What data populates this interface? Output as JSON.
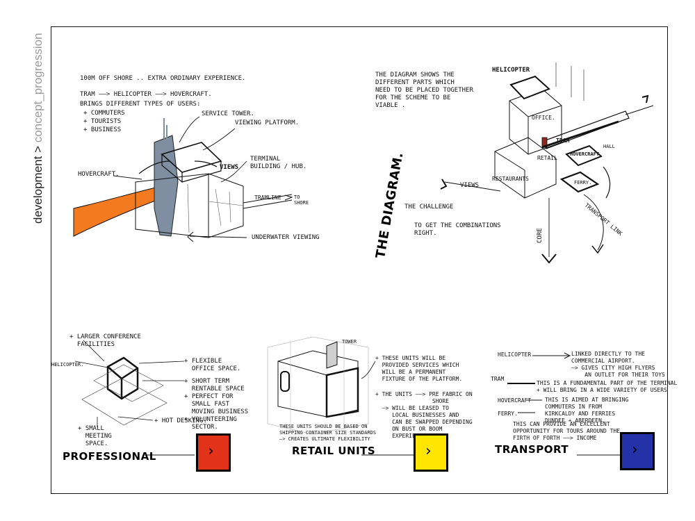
{
  "sidebar": {
    "crumb_main": "development",
    "crumb_sep": " > ",
    "crumb_sub": "concept_progression"
  },
  "colors": {
    "hovercraft_path": "#f47a20",
    "tower": "#7f8ea0",
    "professional": "#e2321a",
    "retail": "#ffe600",
    "transport": "#2432a8"
  },
  "sketch1": {
    "notes": [
      "100M OFF SHORE .. EXTRA ORDINARY EXPERIENCE.",
      "TRAM ——> HELICOPTER ——> HOVERCRAFT.",
      "BRINGS DIFFERENT TYPES OF USERS:",
      "+ COMMUTERS",
      "+ TOURISTS",
      "+ BUSINESS"
    ],
    "service_tower": "SERVICE TOWER.",
    "viewing_platform": "VIEWING PLATFORM.",
    "views": "VIEWS",
    "terminal": "TERMINAL\nBUILDING / HUB.",
    "hovercraft": "HOVERCRAFT.",
    "tramline": "TRAMLINE",
    "to_shore": "TO\nSHORE",
    "underwater": "UNDERWATER VIEWING"
  },
  "sketch2": {
    "intro": "THE DIAGRAM SHOWS THE\nDIFFERENT PARTS WHICH\nNEED TO BE PLACED TOGETHER\nFOR THE SCHEME TO BE\nVIABLE .",
    "vertical_title": "THE DIAGRAM.",
    "helicopter": "HELICOPTER",
    "office": "OFFICE.",
    "tram": "TRAM",
    "retail": "RETAIL",
    "hovercraft": "HOVERCRAFT",
    "restaurants": "RESTAURANTS",
    "ferry": "FERRY.",
    "views": "VIEWS",
    "challenge": "THE CHALLENGE",
    "combinations": "TO GET THE COMBINATIONS\nRIGHT.",
    "core": "CORE",
    "transport_link": "TRANSPORT LINK",
    "hall": "HALL"
  },
  "professional": {
    "label": "PROFESSIONAL",
    "notes": [
      "+ LARGER CONFERENCE\n  FACILITIES",
      "+ FLEXIBLE\n  OFFICE SPACE.",
      "+ SHORT TERM\n  RENTABLE SPACE\n+ PERFECT FOR\n  SMALL FAST\n  MOVING BUSINESS\n+ VOLUNTEERING\n  SECTOR.",
      "+ HOT DESKING.",
      "+ SMALL\n  MEETING\n  SPACE.",
      "HELICOPTER."
    ],
    "arrow": "›"
  },
  "retail": {
    "label": "RETAIL UNITS",
    "tower": "TOWER",
    "notes": [
      "+ THESE UNITS WILL BE\n  PROVIDED SERVICES WHICH\n  WILL BE A PERMANENT\n  FIXTURE OF THE PLATFORM.",
      "+ THE UNITS ——> PRE FABRIC ON\n                 SHORE\n  —> WILL BE LEASED TO\n     LOCAL BUSINESSES AND\n     CAN BE SWAPPED DEPENDING\n     ON BUST OR BOOM\n     EXPERIENCES",
      "THESE UNITS SHOULD BE BASED ON\nSHIPPING CONTAINER SIZE STANDARDS\n—> CREATES ULTIMATE FLEXIBILITY"
    ],
    "arrow": "›"
  },
  "transport": {
    "label": "TRANSPORT",
    "helicopter": "HELICOPTER",
    "helicopter_note": "LINKED DIRECTLY TO THE\nCOMMERCIAL AIRPORT.\n—> GIVES CITY HIGH FLYERS\n    AN OUTLET FOR THEIR TOYS",
    "tram": "TRAM",
    "tram_note": "THIS IS A FUNDAMENTAL PART OF THE TERMINAL\n+ WILL BRING IN A WIDE VARIETY OF USERS",
    "hovercraft": "HOVERCRAFT",
    "hovercraft_note": "THIS IS AIMED AT BRINGING\nCOMMUTERS IN FROM\nKIRKCALDY AND FERRIES\nDUNDEE + ABERDEEN.",
    "ferry": "FERRY.",
    "ferry_note": "THIS CAN PROVIDE AN EXCELLENT\nOPPORTUNITY FOR TOURS AROUND THE\nFIRTH OF FORTH ——> INCOME",
    "arrow": "›"
  }
}
